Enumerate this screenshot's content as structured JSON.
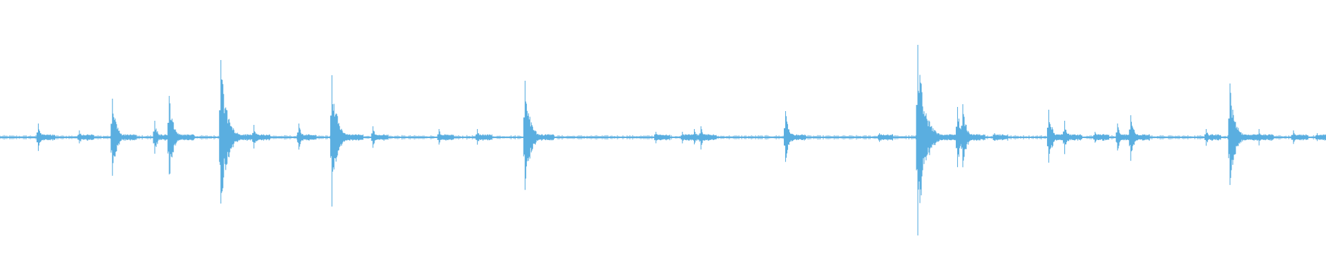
{
  "waveform": {
    "color": "#5aaee0",
    "events": [
      {
        "t": 0.029,
        "amp": 0.1
      },
      {
        "t": 0.06,
        "amp": 0.05
      },
      {
        "t": 0.085,
        "amp": 0.28
      },
      {
        "t": 0.117,
        "amp": 0.12
      },
      {
        "t": 0.128,
        "amp": 0.3
      },
      {
        "t": 0.167,
        "amp": 0.56
      },
      {
        "t": 0.192,
        "amp": 0.09
      },
      {
        "t": 0.226,
        "amp": 0.1
      },
      {
        "t": 0.251,
        "amp": 0.45
      },
      {
        "t": 0.282,
        "amp": 0.08
      },
      {
        "t": 0.332,
        "amp": 0.06
      },
      {
        "t": 0.361,
        "amp": 0.06
      },
      {
        "t": 0.397,
        "amp": 0.41
      },
      {
        "t": 0.496,
        "amp": 0.04
      },
      {
        "t": 0.516,
        "amp": 0.04
      },
      {
        "t": 0.525,
        "amp": 0.06
      },
      {
        "t": 0.53,
        "amp": 0.08
      },
      {
        "t": 0.594,
        "amp": 0.19
      },
      {
        "t": 0.665,
        "amp": 0.03
      },
      {
        "t": 0.694,
        "amp": 0.67
      },
      {
        "t": 0.724,
        "amp": 0.22
      },
      {
        "t": 0.728,
        "amp": 0.24
      },
      {
        "t": 0.752,
        "amp": 0.03
      },
      {
        "t": 0.793,
        "amp": 0.2
      },
      {
        "t": 0.805,
        "amp": 0.12
      },
      {
        "t": 0.828,
        "amp": 0.04
      },
      {
        "t": 0.845,
        "amp": 0.1
      },
      {
        "t": 0.855,
        "amp": 0.16
      },
      {
        "t": 0.912,
        "amp": 0.06
      },
      {
        "t": 0.93,
        "amp": 0.39
      },
      {
        "t": 0.952,
        "amp": 0.06
      },
      {
        "t": 0.978,
        "amp": 0.05
      },
      {
        "t": 0.996,
        "amp": 0.03
      }
    ]
  }
}
